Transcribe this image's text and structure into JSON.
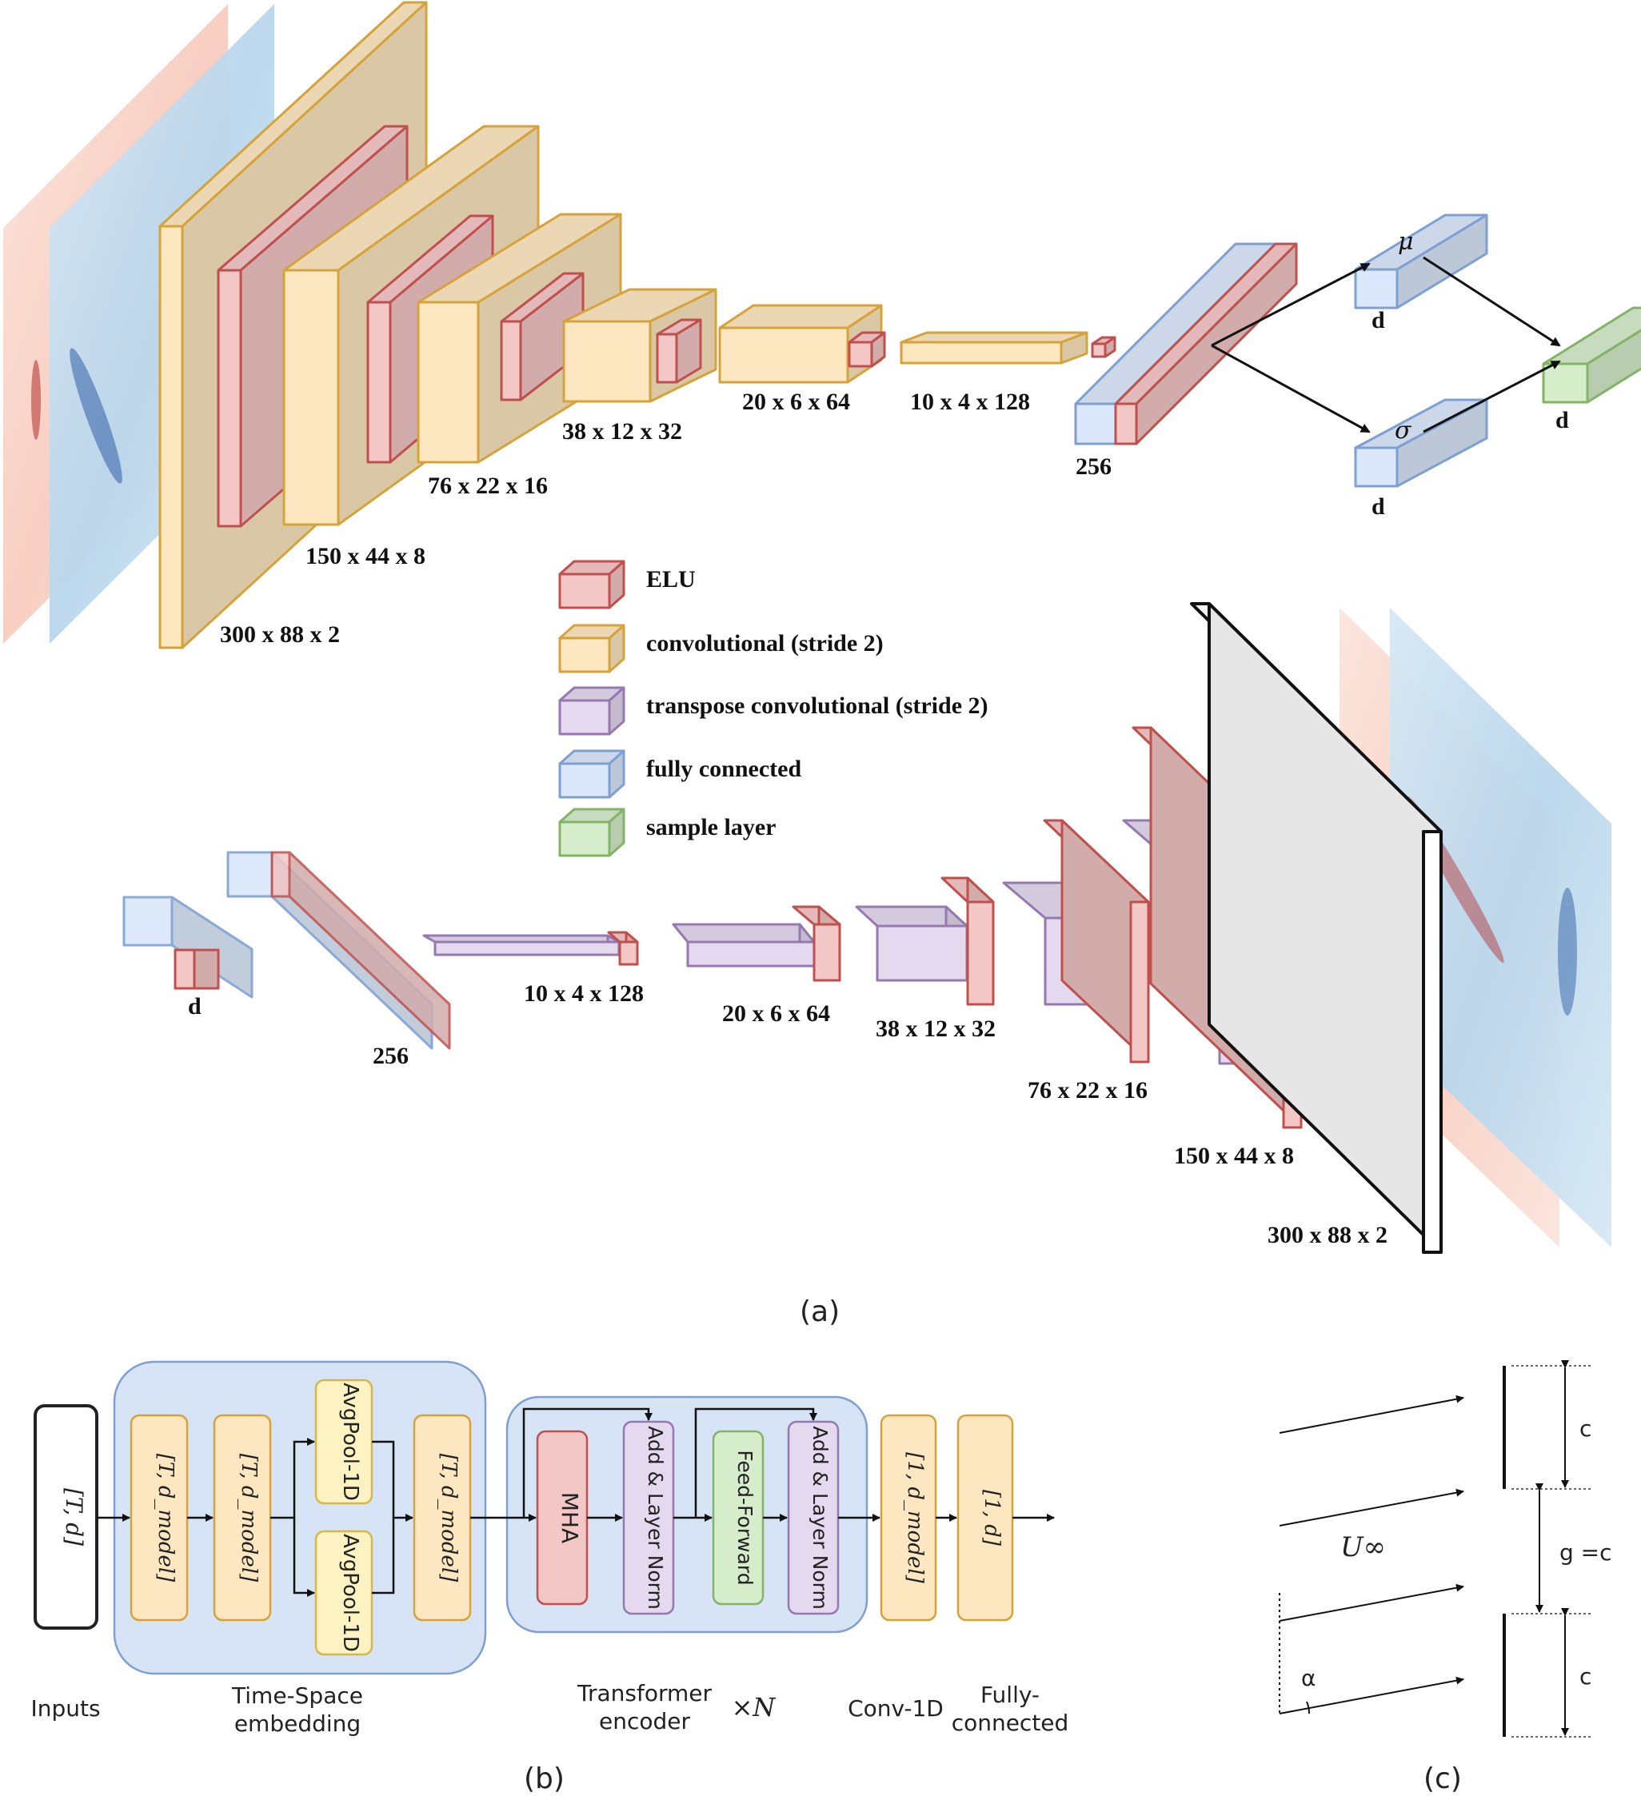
{
  "panel_a": {
    "caption": "(a)",
    "encoder": {
      "dims": [
        "300 x 88 x 2",
        "150 x 44 x 8",
        "76 x 22 x 16",
        "38 x 12 x 32",
        "20 x 6 x 64",
        "10 x 4 x 128",
        "256"
      ],
      "mu_label": "μ",
      "sigma_label": "σ",
      "d_mu": "d",
      "d_sigma": "d",
      "d_sample": "d"
    },
    "legend": [
      {
        "label": "ELU",
        "color": "#f4c7c7",
        "stroke": "#c0504d"
      },
      {
        "label": "convolutional (stride 2)",
        "color": "#fde7c0",
        "stroke": "#d6a33a"
      },
      {
        "label": "transpose convolutional (stride 2)",
        "color": "#e4d9ee",
        "stroke": "#9579b0"
      },
      {
        "label": "fully connected",
        "color": "#dbe8fb",
        "stroke": "#7e9fd4"
      },
      {
        "label": "sample layer",
        "color": "#d6edcc",
        "stroke": "#82b366"
      }
    ],
    "decoder": {
      "dims": [
        "d",
        "256",
        "10 x 4 x 128",
        "20 x 6 x 64",
        "38 x 12 x 32",
        "76 x 22 x 16",
        "150 x 44 x 8",
        "300 x 88 x 2"
      ]
    }
  },
  "panel_b": {
    "caption": "(b)",
    "input_box": "[T, d]",
    "embed_boxes": [
      "[T, d_model]",
      "[T, d_model]",
      "[T, d_model]"
    ],
    "pool_boxes": [
      "AvgPool-1D",
      "AvgPool-1D"
    ],
    "mha": "MHA",
    "add_norm": [
      "Add & Layer Norm",
      "Add & Layer Norm"
    ],
    "ff": "Feed-Forward",
    "conv_box": "[1, d_model]",
    "fc_box": "[1, d]",
    "labels": {
      "inputs": "Inputs",
      "embed_1": "Time-Space",
      "embed_2": "embedding",
      "trans_1": "Transformer",
      "trans_2": "encoder",
      "times_n": "×N",
      "conv": "Conv-1D",
      "fc_1": "Fully-",
      "fc_2": "connected"
    }
  },
  "panel_c": {
    "caption": "(c)",
    "c_top": "c",
    "gap": "g =c",
    "c_bottom": "c",
    "u_inf": "U∞",
    "alpha": "α"
  }
}
